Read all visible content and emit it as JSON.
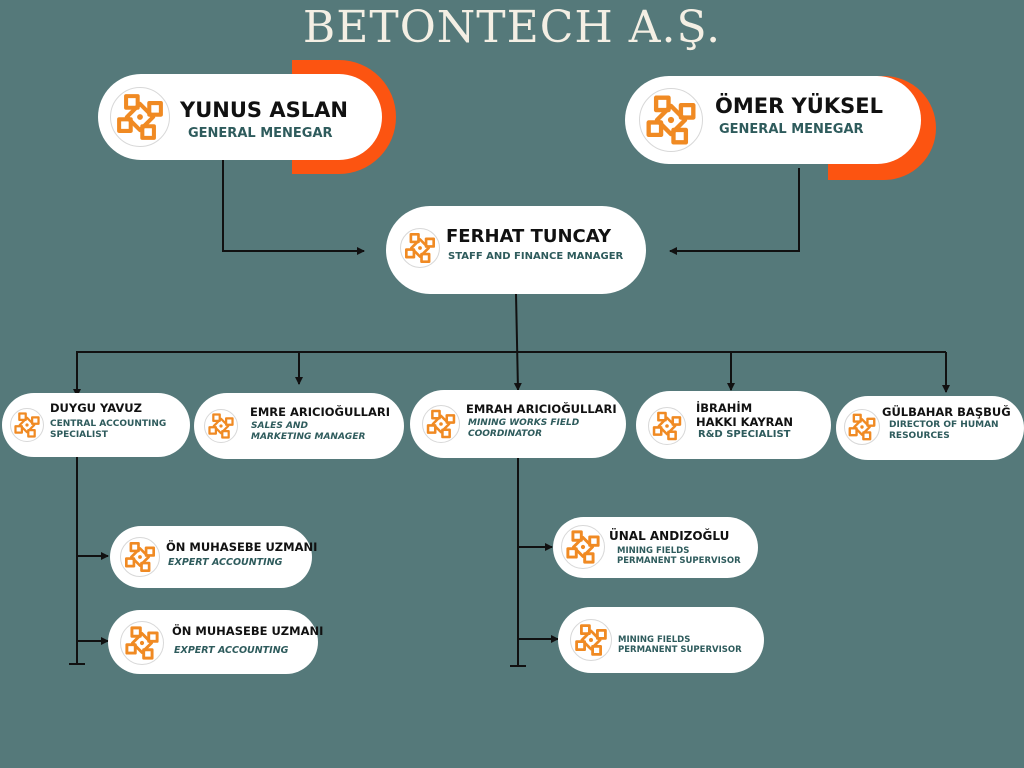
{
  "company": "BETONTECH A.Ş.",
  "colors": {
    "background": "#55797a",
    "accent": "#fc5411",
    "logo": "#f08a23",
    "role_text": "#2e5b5c",
    "line": "#111111"
  },
  "logo_icon": "betontech-knot-logo",
  "executives": [
    {
      "name": "YUNUS ASLAN",
      "role": "GENERAL MENEGAR"
    },
    {
      "name": "ÖMER YÜKSEL",
      "role": "GENERAL MENEGAR"
    }
  ],
  "manager": {
    "name": "FERHAT TUNCAY",
    "role": "STAFF AND FINANCE MANAGER"
  },
  "departments": [
    {
      "name": "DUYGU YAVUZ",
      "role": "CENTRAL ACCOUNTING SPECIALIST"
    },
    {
      "name": "EMRE ARICIOĞULLARI",
      "role": "SALES AND MARKETING MANAGER"
    },
    {
      "name": "EMRAH ARICIOĞULLARI",
      "role": "MINING WORKS FIELD COORDINATOR"
    },
    {
      "name": "İBRAHİM HAKKI KAYRAN",
      "role": "R&D SPECIALIST"
    },
    {
      "name": "GÜLBAHAR BAŞBUĞ",
      "role": "DIRECTOR OF HUMAN RESOURCES"
    }
  ],
  "accounting_team": [
    {
      "name": "ÖN MUHASEBE UZMANI",
      "role": "EXPERT ACCOUNTING"
    },
    {
      "name": "ÖN MUHASEBE UZMANI",
      "role": "EXPERT ACCOUNTING"
    }
  ],
  "mining_team": [
    {
      "name": "ÜNAL ANDIZOĞLU",
      "role": "MINING FIELDS PERMANENT SUPERVISOR"
    },
    {
      "name": "",
      "role": "MINING FIELDS PERMANENT SUPERVISOR"
    }
  ]
}
